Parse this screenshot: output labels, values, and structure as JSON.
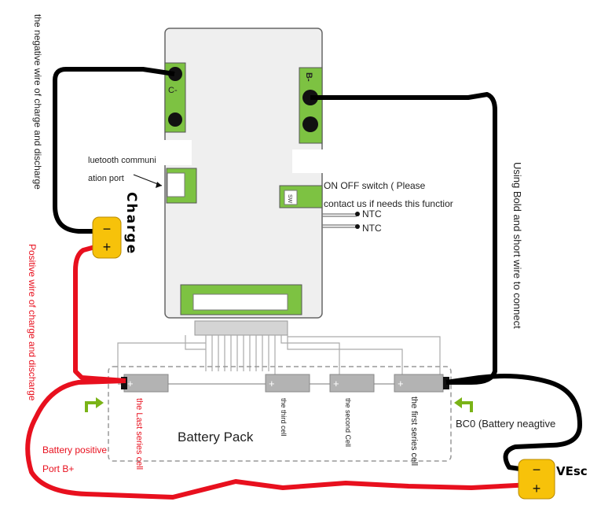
{
  "labels": {
    "neg_wire": "the negative wire of charge and discharge",
    "pos_wire": "Positive wire of charge and discharge",
    "bold_wire": "Using Bold and short wire to connect",
    "bt_line1": "luetooth communi",
    "bt_line2": "ation port",
    "on_off_line1": "ON OFF switch ( Please",
    "on_off_line2": "contact us if needs this functior",
    "ntc1": "NTC",
    "ntc2": "NTC",
    "c_minus": "C-",
    "b_minus": "B-",
    "sw": "SW",
    "battery_pack": "Battery Pack",
    "last_cell": "the Last series cell",
    "third_cell": "the third cell",
    "second_cell": "the second Cell",
    "first_cell": "the first series cell",
    "bc0": "BC0 (Battery neagtive",
    "batt_pos_1": "Battery positive",
    "batt_pos_2": "Port B+",
    "charge_hand": "Charge",
    "vesc_hand": "VEsc",
    "minus": "−",
    "plus": "+"
  },
  "colors": {
    "board": "#efefef",
    "pcb_green": "#7dc242",
    "wire_black": "#000000",
    "wire_red": "#e8101e",
    "text_red": "#e8101e",
    "connector_yellow": "#f7c20a",
    "arrow_green": "#7ab317",
    "cell_gray": "#b3b3b3",
    "dash_gray": "#999999"
  }
}
